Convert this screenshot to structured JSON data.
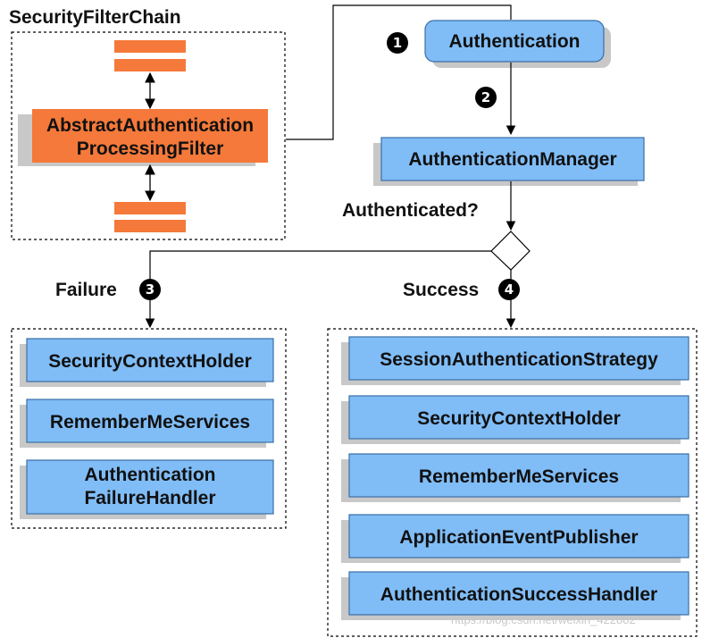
{
  "title": "SecurityFilterChain",
  "filter": {
    "line1": "AbstractAuthentication",
    "line2": "ProcessingFilter"
  },
  "authentication": "Authentication",
  "manager": "AuthenticationManager",
  "decision_label": "Authenticated?",
  "failure_label": "Failure",
  "success_label": "Success",
  "badges": [
    "1",
    "2",
    "3",
    "4"
  ],
  "failure_items": {
    "security_context_holder": "SecurityContextHolder",
    "remember_me_services": "RememberMeServices",
    "failure_handler_line1": "Authentication",
    "failure_handler_line2": "FailureHandler"
  },
  "success_items": {
    "session_strategy": "SessionAuthenticationStrategy",
    "security_context_holder": "SecurityContextHolder",
    "remember_me_services": "RememberMeServices",
    "event_publisher": "ApplicationEventPublisher",
    "success_handler": "AuthenticationSuccessHandler"
  },
  "watermark": "https://blog.csdn.net/weixin_422882",
  "colors": {
    "blue_fill": "#80bdf7",
    "blue_stroke": "#3a6ea5",
    "orange_fill": "#f5793a",
    "shadow": "#c8c8c8"
  }
}
